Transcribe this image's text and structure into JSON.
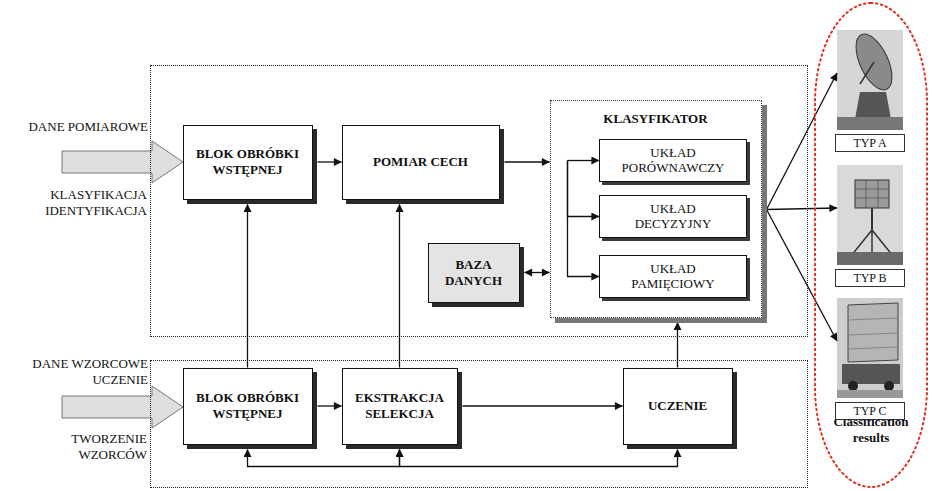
{
  "diagram": {
    "nodes": [
      {
        "text": [
          "KLASYFIKACJA IDENTYFIKACJA"
        ]
      },
      {
        "text": [
          "BLOK OBRÓBKI WSTĘPNEJ"
        ],
        "in": 0
      },
      {
        "text": [
          "POMIAR CECH"
        ],
        "in": 0
      },
      {
        "text": [
          "KLASYFIKATOR"
        ],
        "in": 0
      },
      {
        "text": [
          "UKŁAD PORÓWNAWCZY"
        ],
        "in": 3
      },
      {
        "text": [
          "UKŁAD DECYZYJNY"
        ],
        "in": 3
      },
      {
        "text": [
          "UKŁAD PAMIĘCIOWY"
        ],
        "in": 3
      },
      {
        "text": [
          "BAZA DANYCH"
        ],
        "in": 0
      },
      {
        "text": [
          "Classification results"
        ]
      },
      {
        "text": [
          "TYP A"
        ],
        "in": 8
      },
      {
        "text": [
          "TYP B"
        ],
        "in": 8
      },
      {
        "text": [
          "TYP C"
        ],
        "in": 8
      },
      {
        "text": [
          "TWORZENIE WZORCÓW"
        ]
      },
      {
        "text": [
          "BLOK OBRÓBKI WSTĘPNEJ"
        ],
        "in": 12
      },
      {
        "text": [
          "EKSTRAKCJA SELEKCJA"
        ],
        "in": 12
      },
      {
        "text": [
          "UCZENIE"
        ],
        "in": 12
      }
    ],
    "edges": [
      {
        "from": 1,
        "to": 2,
        "arrow": "to"
      },
      {
        "from": 2,
        "to": 3,
        "arrow": "to"
      },
      {
        "from": 7,
        "to": 3,
        "arrow": "both"
      },
      {
        "from": 3,
        "to": 4,
        "arrow": "to"
      },
      {
        "from": 3,
        "to": 5,
        "arrow": "to"
      },
      {
        "from": 3,
        "to": 6,
        "arrow": "to"
      },
      {
        "from": 3,
        "to": 9,
        "arrow": "to"
      },
      {
        "from": 3,
        "to": 10,
        "arrow": "to"
      },
      {
        "from": 3,
        "to": 11,
        "arrow": "to"
      },
      {
        "from": 13,
        "to": 1,
        "arrow": "to"
      },
      {
        "from": 14,
        "to": 2,
        "arrow": "to"
      },
      {
        "from": 15,
        "to": 3,
        "arrow": "to"
      },
      {
        "from": 13,
        "to": 14,
        "arrow": "to"
      },
      {
        "from": 14,
        "to": 15,
        "arrow": "to"
      },
      {
        "from": 13,
        "to": 14,
        "arrow": "both"
      },
      {
        "from": 14,
        "to": 15,
        "arrow": "both"
      }
    ],
    "labels": [
      "DANE POMIAROWE",
      "DANE WZORCOWE UCZENIE"
    ]
  }
}
